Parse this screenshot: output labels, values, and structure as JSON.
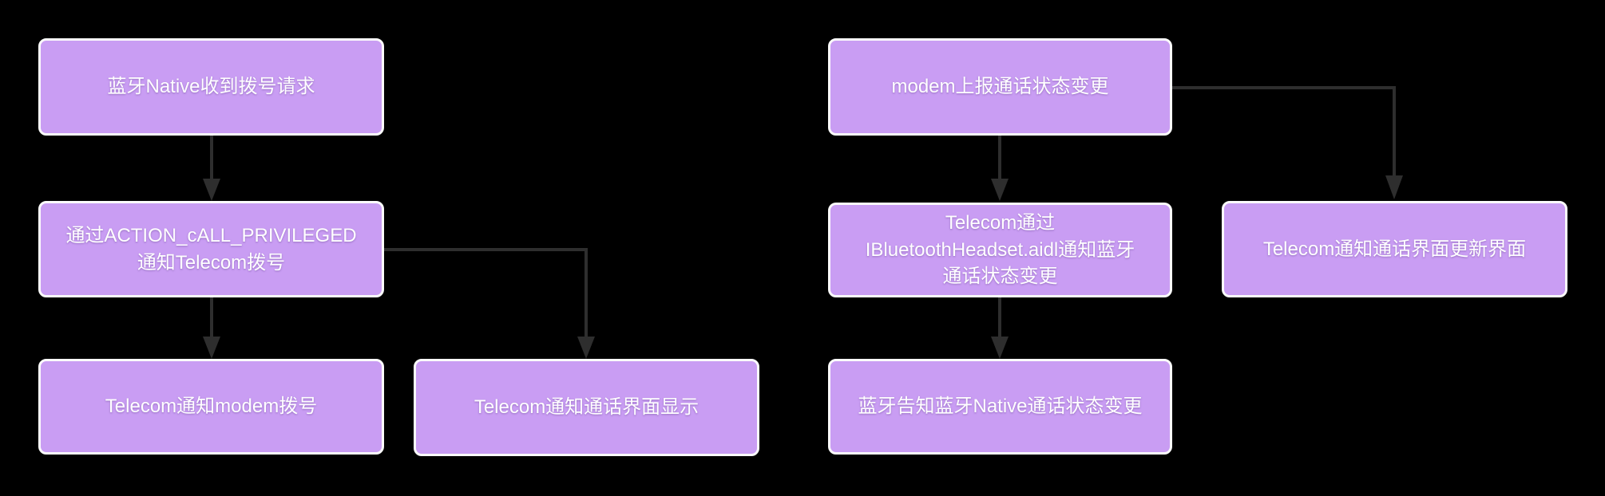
{
  "diagram": {
    "background_color": "#000000",
    "node_fill_color": "#c99df3",
    "node_border_color": "#fbfbfb",
    "node_text_color": "#ffffff",
    "connector_color": "#2e2e2e",
    "nodes": [
      {
        "id": "bt-native-dial-request",
        "label": "蓝牙Native收到拨号请求"
      },
      {
        "id": "action-call-privileged",
        "label": "通过ACTION_cALL_PRIVILEGED\n通知Telecom拨号"
      },
      {
        "id": "telecom-notify-modem-dial",
        "label": "Telecom通知modem拨号"
      },
      {
        "id": "telecom-notify-incall-show",
        "label": "Telecom通知通话界面显示"
      },
      {
        "id": "modem-report-call-state",
        "label": "modem上报通话状态变更"
      },
      {
        "id": "telecom-ibluetoothheadset",
        "label": "Telecom通过\nIBluetoothHeadset.aidl通知蓝牙\n通话状态变更"
      },
      {
        "id": "bt-notify-native-state",
        "label": "蓝牙告知蓝牙Native通话状态变更"
      },
      {
        "id": "telecom-notify-incall-update",
        "label": "Telecom通知通话界面更新界面"
      }
    ],
    "edges": [
      {
        "from": "bt-native-dial-request",
        "to": "action-call-privileged"
      },
      {
        "from": "action-call-privileged",
        "to": "telecom-notify-modem-dial"
      },
      {
        "from": "action-call-privileged",
        "to": "telecom-notify-incall-show"
      },
      {
        "from": "modem-report-call-state",
        "to": "telecom-ibluetoothheadset"
      },
      {
        "from": "telecom-ibluetoothheadset",
        "to": "bt-notify-native-state"
      },
      {
        "from": "modem-report-call-state",
        "to": "telecom-notify-incall-update"
      }
    ]
  }
}
